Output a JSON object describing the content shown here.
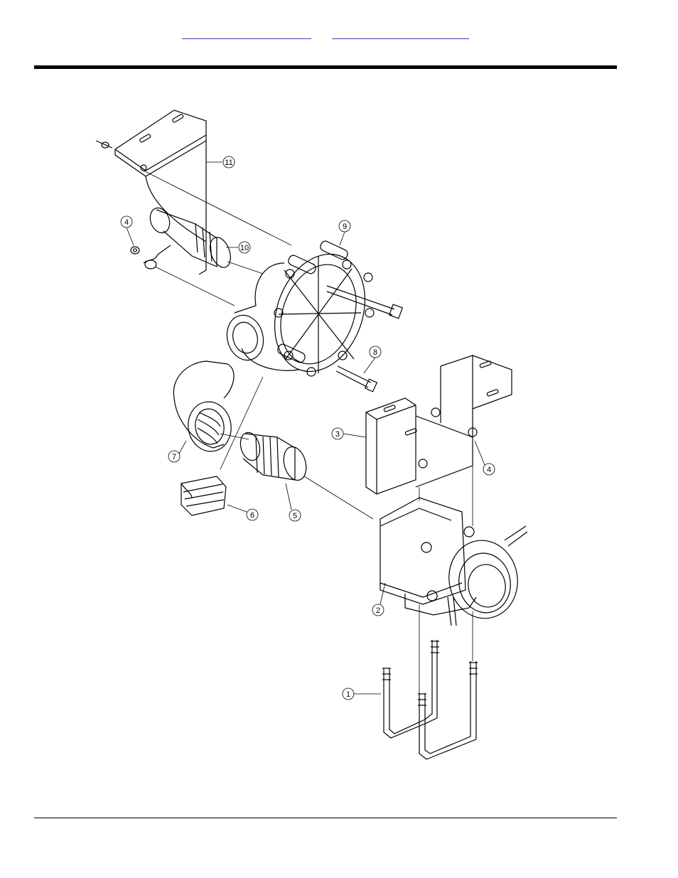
{
  "nav": {
    "link_left": "",
    "link_right": ""
  },
  "callouts": {
    "c1": "1",
    "c2": "2",
    "c3": "3",
    "c4a": "4",
    "c4b": "4",
    "c5": "5",
    "c6": "6",
    "c7": "7",
    "c8": "8",
    "c9": "9",
    "c10": "10",
    "c11": "11"
  },
  "colors": {
    "link": "#3333ee",
    "rule": "#000000",
    "line": "#000000"
  }
}
